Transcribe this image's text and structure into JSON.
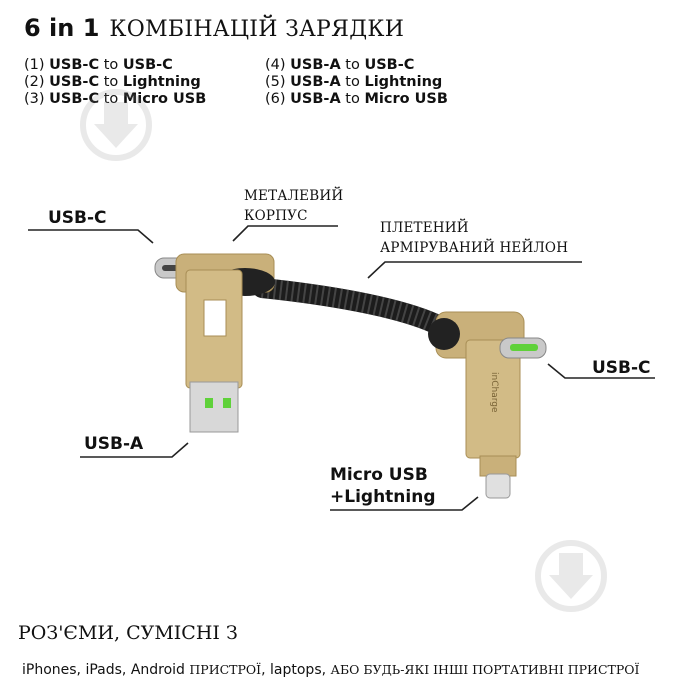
{
  "heading": {
    "count": "6 in 1",
    "title": "КОМБІНАЦІЙ ЗАРЯДКИ"
  },
  "combos": [
    {
      "num": "(1)",
      "from": "USB-C",
      "to_word": "to",
      "target": "USB-C"
    },
    {
      "num": "(2)",
      "from": "USB-C",
      "to_word": "to",
      "target": "Lightning"
    },
    {
      "num": "(3)",
      "from": "USB-C",
      "to_word": "to",
      "target": "Micro USB"
    },
    {
      "num": "(4)",
      "from": "USB-A",
      "to_word": "to",
      "target": "USB-C"
    },
    {
      "num": "(5)",
      "from": "USB-A",
      "to_word": "to",
      "target": "Lightning"
    },
    {
      "num": "(6)",
      "from": "USB-A",
      "to_word": "to",
      "target": "Micro USB"
    }
  ],
  "callouts": {
    "usb_c_left": "USB-C",
    "metal_line1": "МЕТАЛЕВИЙ",
    "metal_line2": "КОРПУС",
    "nylon_line1": "ПЛЕТЕНИЙ",
    "nylon_line2": "АРМІРУВАНИЙ НЕЙЛОН",
    "usb_c_right": "USB-C",
    "usb_a": "USB-A",
    "micro_line1": "Micro USB",
    "micro_line2": "+Lightning"
  },
  "product_brand": "inCharge",
  "bottom": {
    "title": "РОЗ'ЄМИ, СУМІСНІ З",
    "devices_plain": "iPhones, iPads, Android",
    "devices_serif1": "ПРИСТРОЇ",
    "devices_plain2": ", laptops,",
    "devices_serif2": "АБО БУДЬ-ЯКІ ІНШІ ПОРТАТИВНІ ПРИСТРОЇ"
  },
  "colors": {
    "gold": "#c9b07a",
    "gold_dark": "#a88e55",
    "cable": "#1c1c1c",
    "green": "#5fd13a"
  }
}
